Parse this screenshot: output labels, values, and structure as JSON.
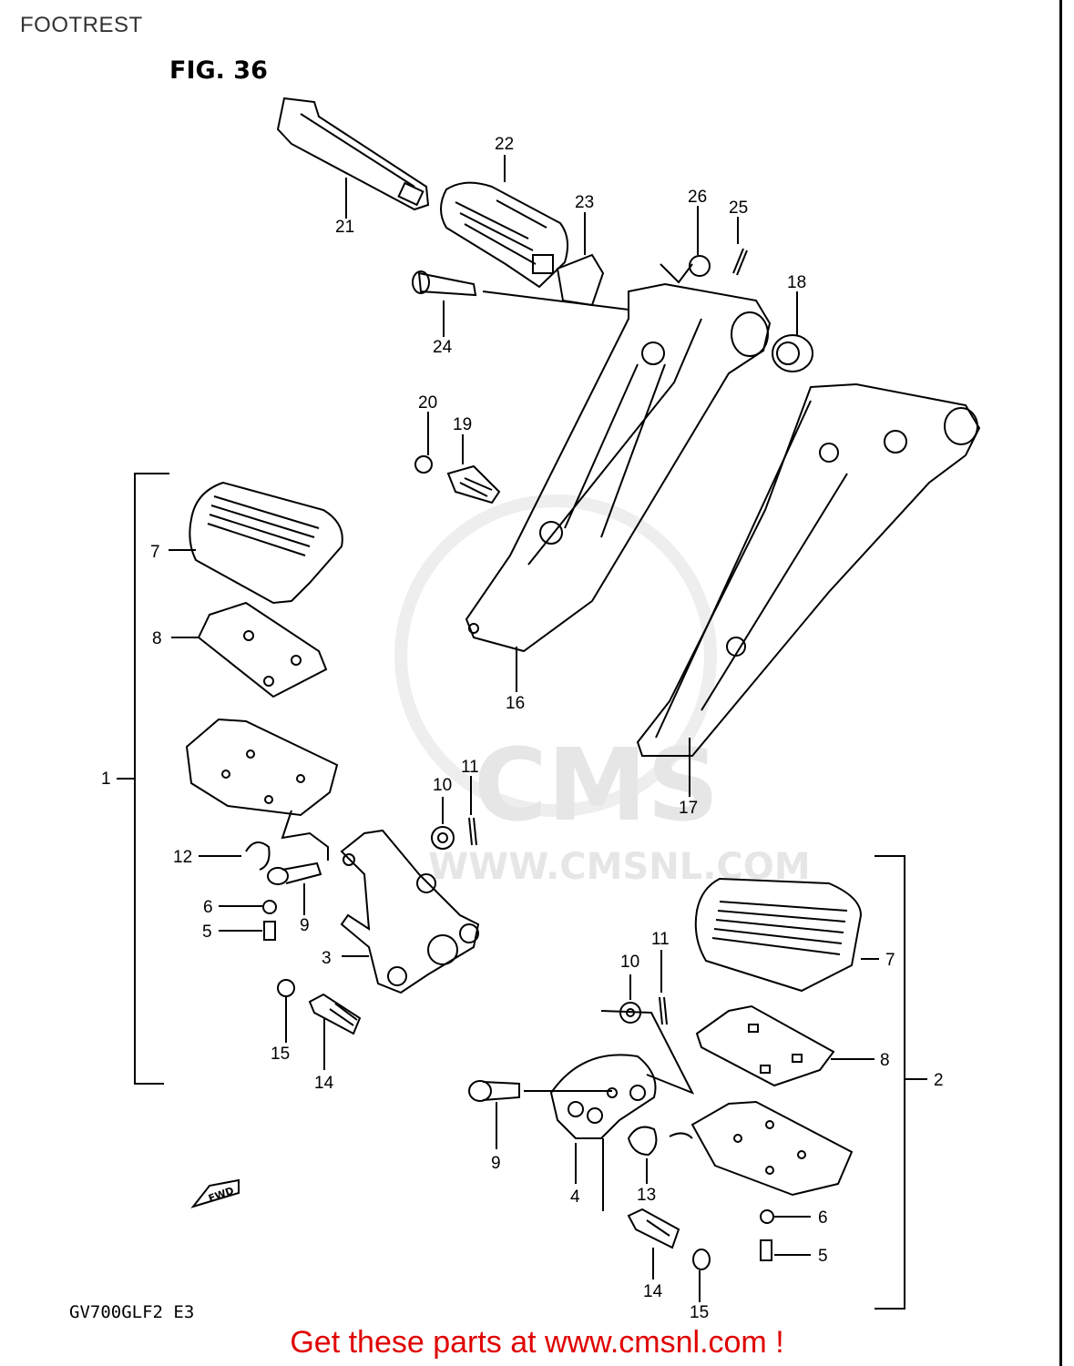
{
  "header": {
    "title": "FOOTREST"
  },
  "figure": {
    "title": "FIG. 36",
    "model_code": "GV700GLF2 E3",
    "fwd_label": "FWD"
  },
  "watermark": {
    "brand": "CMS",
    "site": "WWW.CMSNL.COM"
  },
  "footer": {
    "text": "Get these parts at www.cmsnl.com !"
  },
  "callouts": {
    "p1": "1",
    "p2": "2",
    "p3": "3",
    "p4": "4",
    "p5a": "5",
    "p5b": "5",
    "p6a": "6",
    "p6b": "6",
    "p7a": "7",
    "p7b": "7",
    "p8a": "8",
    "p8b": "8",
    "p9a": "9",
    "p9b": "9",
    "p10a": "10",
    "p10b": "10",
    "p11a": "11",
    "p11b": "11",
    "p12": "12",
    "p13": "13",
    "p14a": "14",
    "p14b": "14",
    "p15a": "15",
    "p15b": "15",
    "p16": "16",
    "p17": "17",
    "p18": "18",
    "p19": "19",
    "p20": "20",
    "p21": "21",
    "p22": "22",
    "p23": "23",
    "p24": "24",
    "p25": "25",
    "p26": "26"
  },
  "colors": {
    "footer_text": "#e00000",
    "line": "#000000",
    "watermark": "#e6e6e6"
  }
}
